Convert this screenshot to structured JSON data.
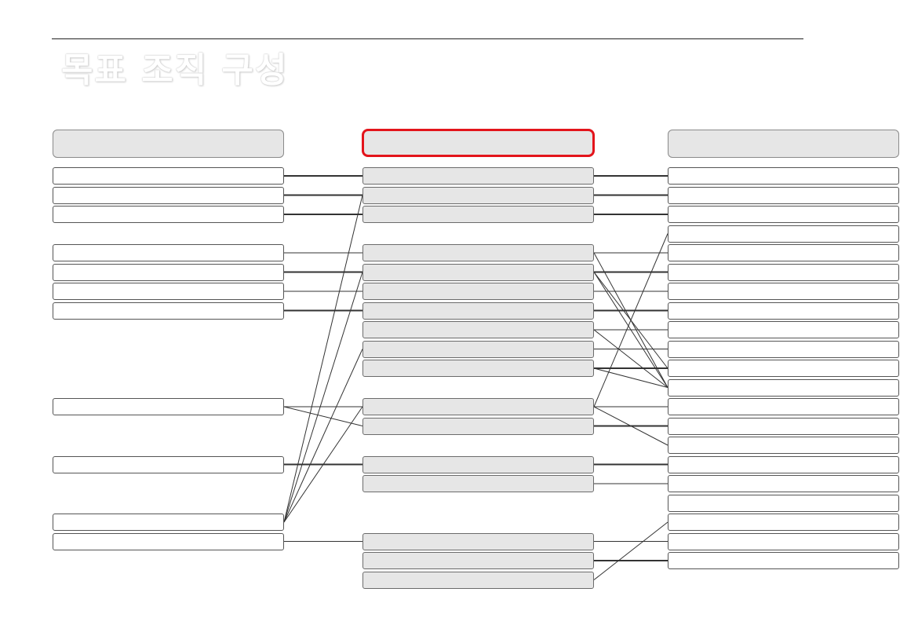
{
  "title": "목표 조직 구성",
  "columns": [
    {
      "id": "left",
      "header": ""
    },
    {
      "id": "middle",
      "header": "",
      "highlighted": true
    },
    {
      "id": "right",
      "header": ""
    }
  ],
  "nodes": {
    "left": [
      0,
      1,
      2,
      4,
      5,
      6,
      7,
      12,
      15,
      18,
      19
    ],
    "middle": [
      0,
      1,
      2,
      4,
      5,
      6,
      7,
      8,
      9,
      10,
      12,
      13,
      15,
      16,
      19,
      20,
      21
    ],
    "right": [
      0,
      1,
      2,
      3,
      4,
      5,
      6,
      7,
      8,
      9,
      10,
      11,
      12,
      13,
      14,
      15,
      16,
      17,
      18,
      19,
      20
    ]
  },
  "links": [
    {
      "from": [
        "left",
        0
      ],
      "to": [
        "middle",
        0
      ],
      "strength": "strong"
    },
    {
      "from": [
        "left",
        1
      ],
      "to": [
        "middle",
        1
      ],
      "strength": "strong"
    },
    {
      "from": [
        "left",
        2
      ],
      "to": [
        "middle",
        2
      ],
      "strength": "strong"
    },
    {
      "from": [
        "left",
        4
      ],
      "to": [
        "middle",
        4
      ],
      "strength": "weak"
    },
    {
      "from": [
        "left",
        5
      ],
      "to": [
        "middle",
        5
      ],
      "strength": "strong"
    },
    {
      "from": [
        "left",
        6
      ],
      "to": [
        "middle",
        6
      ],
      "strength": "weak"
    },
    {
      "from": [
        "left",
        7
      ],
      "to": [
        "middle",
        7
      ],
      "strength": "strong"
    },
    {
      "from": [
        "left",
        12
      ],
      "to": [
        "middle",
        12
      ],
      "strength": "weak"
    },
    {
      "from": [
        "left",
        12
      ],
      "to": [
        "middle",
        13
      ],
      "strength": "weak"
    },
    {
      "from": [
        "left",
        15
      ],
      "to": [
        "middle",
        15
      ],
      "strength": "strong"
    },
    {
      "from": [
        "left",
        18
      ],
      "to": [
        "middle",
        1
      ],
      "strength": "weak"
    },
    {
      "from": [
        "left",
        18
      ],
      "to": [
        "middle",
        5
      ],
      "strength": "weak"
    },
    {
      "from": [
        "left",
        18
      ],
      "to": [
        "middle",
        9
      ],
      "strength": "weak"
    },
    {
      "from": [
        "left",
        18
      ],
      "to": [
        "middle",
        12
      ],
      "strength": "weak"
    },
    {
      "from": [
        "left",
        19
      ],
      "to": [
        "middle",
        19
      ],
      "strength": "weak"
    },
    {
      "from": [
        "middle",
        0
      ],
      "to": [
        "right",
        0
      ],
      "strength": "strong"
    },
    {
      "from": [
        "middle",
        1
      ],
      "to": [
        "right",
        1
      ],
      "strength": "strong"
    },
    {
      "from": [
        "middle",
        2
      ],
      "to": [
        "right",
        2
      ],
      "strength": "strong"
    },
    {
      "from": [
        "middle",
        4
      ],
      "to": [
        "right",
        4
      ],
      "strength": "weak"
    },
    {
      "from": [
        "middle",
        4
      ],
      "to": [
        "right",
        11
      ],
      "strength": "weak"
    },
    {
      "from": [
        "middle",
        5
      ],
      "to": [
        "right",
        5
      ],
      "strength": "strong"
    },
    {
      "from": [
        "middle",
        5
      ],
      "to": [
        "right",
        10
      ],
      "strength": "weak"
    },
    {
      "from": [
        "middle",
        5
      ],
      "to": [
        "right",
        11
      ],
      "strength": "weak"
    },
    {
      "from": [
        "middle",
        6
      ],
      "to": [
        "right",
        6
      ],
      "strength": "weak"
    },
    {
      "from": [
        "middle",
        7
      ],
      "to": [
        "right",
        7
      ],
      "strength": "strong"
    },
    {
      "from": [
        "middle",
        8
      ],
      "to": [
        "right",
        8
      ],
      "strength": "weak"
    },
    {
      "from": [
        "middle",
        8
      ],
      "to": [
        "right",
        11
      ],
      "strength": "weak"
    },
    {
      "from": [
        "middle",
        9
      ],
      "to": [
        "right",
        9
      ],
      "strength": "weak"
    },
    {
      "from": [
        "middle",
        10
      ],
      "to": [
        "right",
        10
      ],
      "strength": "strong"
    },
    {
      "from": [
        "middle",
        10
      ],
      "to": [
        "right",
        11
      ],
      "strength": "weak"
    },
    {
      "from": [
        "middle",
        12
      ],
      "to": [
        "right",
        3
      ],
      "strength": "weak"
    },
    {
      "from": [
        "middle",
        12
      ],
      "to": [
        "right",
        12
      ],
      "strength": "weak"
    },
    {
      "from": [
        "middle",
        12
      ],
      "to": [
        "right",
        14
      ],
      "strength": "weak"
    },
    {
      "from": [
        "middle",
        13
      ],
      "to": [
        "right",
        13
      ],
      "strength": "strong"
    },
    {
      "from": [
        "middle",
        15
      ],
      "to": [
        "right",
        15
      ],
      "strength": "strong"
    },
    {
      "from": [
        "middle",
        16
      ],
      "to": [
        "right",
        16
      ],
      "strength": "weak"
    },
    {
      "from": [
        "middle",
        19
      ],
      "to": [
        "right",
        19
      ],
      "strength": "weak"
    },
    {
      "from": [
        "middle",
        20
      ],
      "to": [
        "right",
        20
      ],
      "strength": "strong"
    },
    {
      "from": [
        "middle",
        21
      ],
      "to": [
        "right",
        18
      ],
      "strength": "weak"
    }
  ],
  "colors": {
    "highlight_border": "#e3141b",
    "middle_fill": "#e6e6e6",
    "header_fill": "#e6e6e6",
    "link_line": "#333333"
  }
}
